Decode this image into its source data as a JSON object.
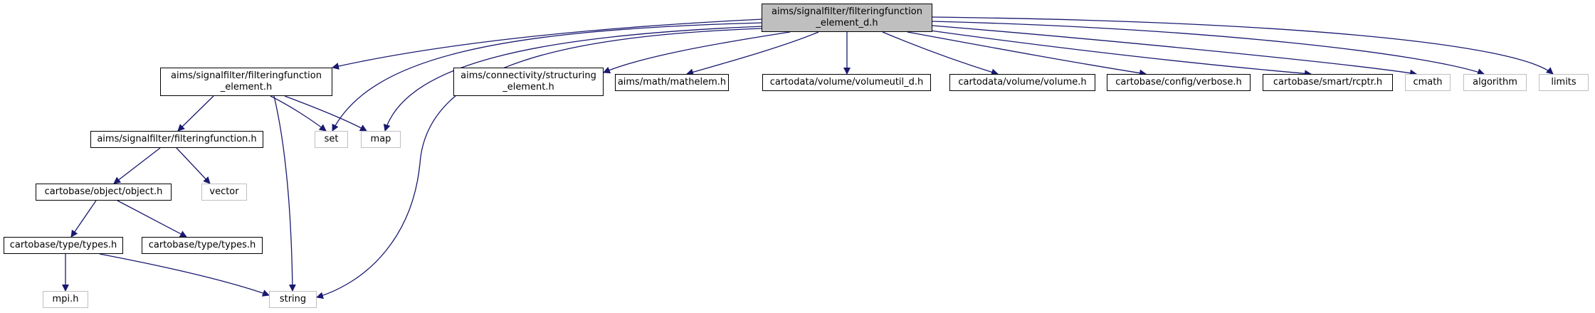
{
  "graph": {
    "root": "aims/signalfilter/filteringfunction\n_element_d.h",
    "nodes": {
      "n_element": "aims/signalfilter/filteringfunction\n_element.h",
      "n_struct": "aims/connectivity/structuring\n_element.h",
      "n_mathelem": "aims/math/mathelem.h",
      "n_volutil": "cartodata/volume/volumeutil_d.h",
      "n_volume": "cartodata/volume/volume.h",
      "n_verbose": "cartobase/config/verbose.h",
      "n_rcptr": "cartobase/smart/rcptr.h",
      "n_cmath": "cmath",
      "n_algorithm": "algorithm",
      "n_limits": "limits",
      "n_set": "set",
      "n_map": "map",
      "n_ff": "aims/signalfilter/filteringfunction.h",
      "n_vector": "vector",
      "n_object": "cartobase/object/object.h",
      "n_types1": "cartobase/type/types.h",
      "n_types2": "cartobase/type/types.h",
      "n_mpi": "mpi.h",
      "n_string": "string"
    },
    "colors": {
      "edge": "#191970",
      "external_border": "#bfbfbf",
      "root_fill": "#bfbfbf"
    }
  }
}
